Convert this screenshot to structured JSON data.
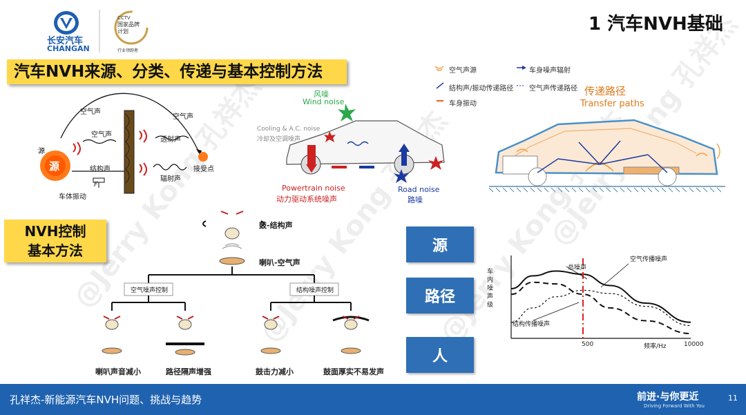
{
  "header": {
    "brand_cn": "长安汽车",
    "brand_en": "CHANGAN",
    "cctv_line1": "CCTV",
    "cctv_line2": "国家品牌",
    "cctv_line3": "计划",
    "cctv_tag": "行业领跑者",
    "section_title": "1 汽车NVH基础"
  },
  "banner1": "汽车NVH来源、分类、传递与基本控制方法",
  "banner2_line1": "NVH控制",
  "banner2_line2": "基本方法",
  "source_diagram": {
    "source_label": "源",
    "source_node": "源",
    "air_top": "空气声",
    "air_right": "空气声",
    "air_mid": "空气声",
    "struct": "结构声",
    "transmit": "透射声",
    "radiate": "辐射声",
    "force": "F",
    "receiver": "接受点",
    "vibration": "车体振动"
  },
  "car_diagram": {
    "wind_cn": "风噪",
    "wind_en": "Wind noise",
    "cooling_en": "Cooling & A.C. noise",
    "cooling_cn": "冷却及空调噪声",
    "powertrain_en": "Powertrain noise",
    "powertrain_cn": "动力驱动系统噪声",
    "road_en": "Road noise",
    "road_cn": "路噪"
  },
  "transfer_diagram": {
    "legend_air_source": "空气声源",
    "legend_body_radiate": "车身噪声辐射",
    "legend_struct_path": "结构声/振动传递路径",
    "legend_air_path": "空气声传递路径",
    "legend_body_vib": "车身振动",
    "title_cn": "传递路径",
    "title_en": "Transfer paths"
  },
  "drum_diagram": {
    "drum_struct": "鼓-结构声",
    "horn_air": "喇叭-空气声",
    "air_ctrl": "空气噪声控制",
    "struct_ctrl": "结构噪声控制",
    "case1": "喇叭声音减小",
    "case2": "路径隔声增强",
    "case3": "鼓击力减小",
    "case4": "鼓面厚实不易发声"
  },
  "buttons": {
    "source": "源",
    "path": "路径",
    "person": "人"
  },
  "chart_data": {
    "type": "line",
    "ylabel": "车内噪声级",
    "xlabel": "频率/Hz",
    "x_ticks": [
      "500",
      "10000"
    ],
    "annotations": [
      "总噪声",
      "空气传播噪声",
      "结构传播噪声"
    ],
    "series": [
      {
        "name": "总噪声",
        "values": [
          0.62,
          0.78,
          0.84,
          0.8,
          0.66,
          0.44,
          0.2
        ]
      },
      {
        "name": "空气传播噪声",
        "values": [
          0.2,
          0.38,
          0.52,
          0.6,
          0.56,
          0.4,
          0.16
        ]
      },
      {
        "name": "结构传播噪声",
        "values": [
          0.55,
          0.7,
          0.68,
          0.55,
          0.38,
          0.22,
          0.06
        ]
      }
    ],
    "x_positions": [
      0.0,
      0.12,
      0.25,
      0.4,
      0.55,
      0.75,
      1.0
    ],
    "marker_x": 0.4,
    "colors": {
      "total": "#111111",
      "marker": "#e02020"
    }
  },
  "footer": {
    "left": "孔祥杰-新能源汽车NVH问题、挑战与趋势",
    "slogan": "前进·与你更近",
    "slogan_en": "Driving Forward With You",
    "page": "11"
  },
  "watermarks": [
    "@Jerry Kong 孔祥杰",
    "@Jerry Kong 孔祥杰",
    "@Jerry Kong 孔祥杰",
    "@Jerry Kong 孔祥杰"
  ]
}
